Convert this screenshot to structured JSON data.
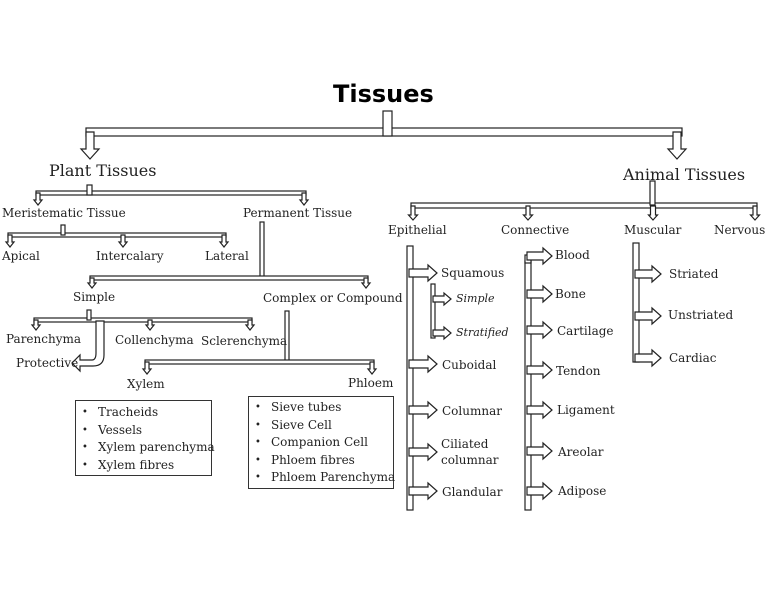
{
  "title": "Tissues",
  "plant": {
    "label": "Plant Tissues",
    "meristematic": {
      "label": "Meristematic Tissue",
      "children": [
        "Apical",
        "Intercalary",
        "Lateral"
      ]
    },
    "permanent": {
      "label": "Permanent Tissue",
      "simple": {
        "label": "Simple",
        "children": [
          "Parenchyma",
          "Collenchyma",
          "Sclerenchyma"
        ],
        "parenchyma_child": "Protective"
      },
      "complex": {
        "label": "Complex or Compound",
        "xylem": {
          "label": "Xylem",
          "items": [
            "Tracheids",
            "Vessels",
            "Xylem parenchyma",
            "Xylem fibres"
          ]
        },
        "phloem": {
          "label": "Phloem",
          "items": [
            "Sieve tubes",
            "Sieve Cell",
            "Companion Cell",
            "Phloem fibres",
            "Phloem Parenchyma"
          ]
        }
      }
    }
  },
  "animal": {
    "label": "Animal Tissues",
    "epithelial": {
      "label": "Epithelial",
      "squamous": {
        "label": "Squamous",
        "children": [
          "Simple",
          "Stratified"
        ]
      },
      "others": [
        "Cuboidal",
        "Columnar",
        "Ciliated columnar",
        "Glandular"
      ]
    },
    "connective": {
      "label": "Connective",
      "children": [
        "Blood",
        "Bone",
        "Cartilage",
        "Tendon",
        "Ligament",
        "Areolar",
        "Adipose"
      ]
    },
    "muscular": {
      "label": "Muscular",
      "children": [
        "Striated",
        "Unstriated",
        "Cardiac"
      ]
    },
    "nervous": {
      "label": "Nervous"
    }
  }
}
